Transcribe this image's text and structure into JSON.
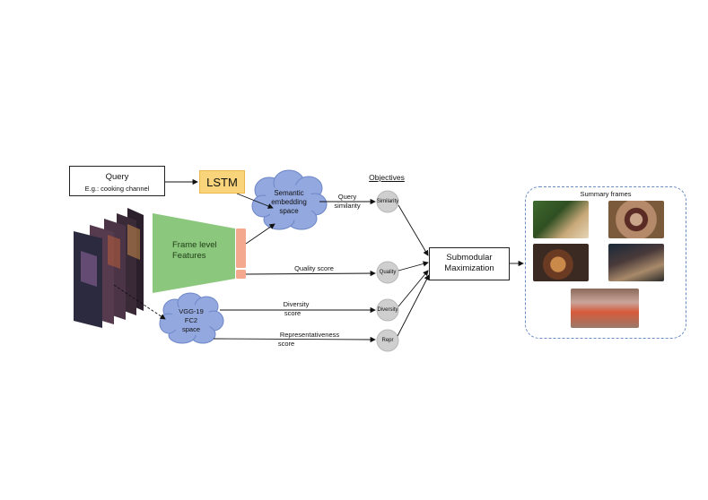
{
  "query": {
    "title": "Query",
    "subtitle": "E.g.: cooking channel"
  },
  "lstm": {
    "label": "LSTM"
  },
  "semantic": {
    "label_1": "Semantic",
    "label_2": "embedding",
    "label_3": "space"
  },
  "frame_features": {
    "label_1": "Frame level",
    "label_2": "Features"
  },
  "vgg": {
    "label_1": "VGG-19",
    "label_2": "FC2",
    "label_3": "space"
  },
  "objectives": {
    "title": "Objectives",
    "similarity": "Similarity",
    "quality": "Quality",
    "diversity": "Diversity",
    "repr": "Repr"
  },
  "edges": {
    "query_similarity_1": "Query",
    "query_similarity_2": "similarity",
    "quality_score": "Quality score",
    "diversity_score_1": "Diversity",
    "diversity_score_2": "score",
    "repr_score_1": "Representativeness",
    "repr_score_2": "score"
  },
  "submodular": {
    "line_1": "Submodular",
    "line_2": "Maximization"
  },
  "summary": {
    "title": "Summary frames"
  },
  "colors": {
    "cloud_fill": "#93a8df",
    "cloud_stroke": "#6d86c8",
    "trapezoid": "#8cc77e",
    "feature_bar": "#f4a98f",
    "lstm": "#f9d47a",
    "objective_node": "#cfcfcf",
    "panel_border": "#6a8cc2"
  }
}
